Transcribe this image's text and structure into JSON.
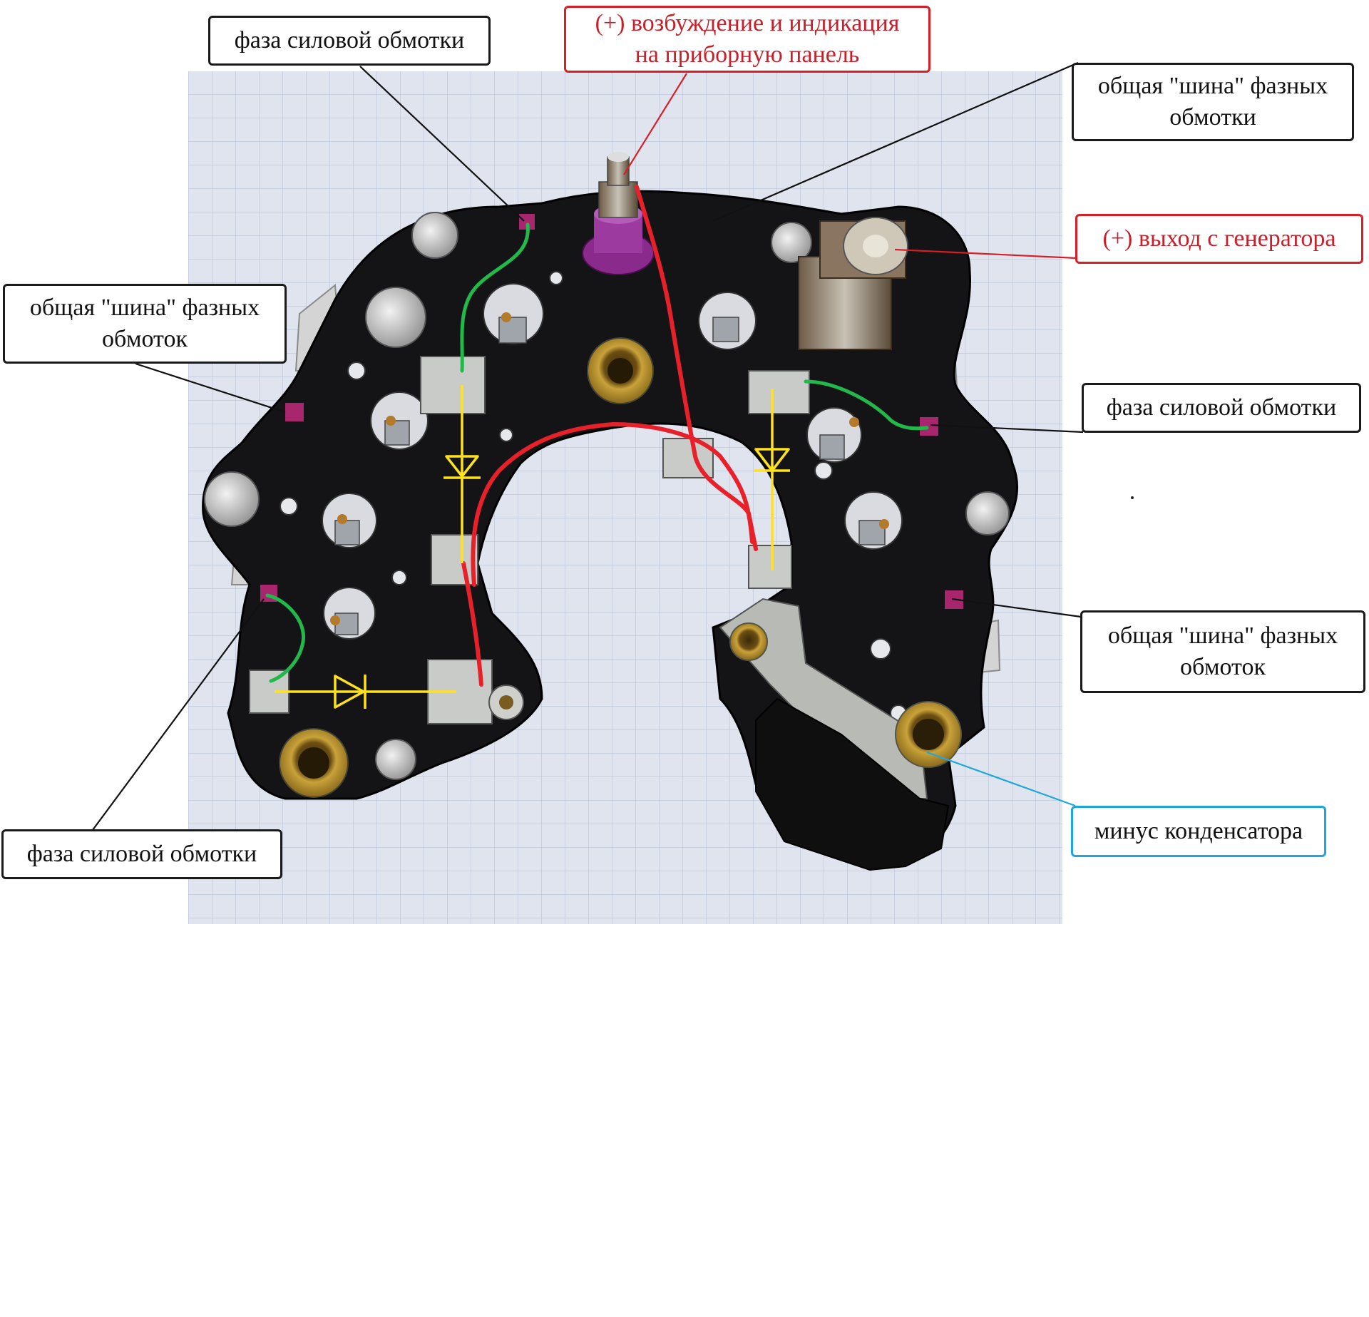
{
  "labels": {
    "phase_top": "фаза силовой обмотки",
    "excitation": "(+) возбуждение и индикация\nна приборную  панель",
    "bus_top_right": "общая \"шина\" фазных\nобмотки",
    "output": "(+)  выход с генератора",
    "bus_left": "общая \"шина\" фазных\nобмоток",
    "phase_right": "фаза силовой обмотки",
    "bus_right": "общая \"шина\" фазных\nобмоток",
    "phase_bottom_left": "фаза силовой обмотки",
    "capacitor_minus": "минус конденсатора"
  },
  "colors": {
    "label_border": "#1a1a1a",
    "red_accent": "#d81f26",
    "cyan_accent": "#1ea7dc",
    "wire_green": "#22b84a",
    "wire_red": "#e8202a",
    "diode_yellow": "#ffe21c",
    "board_black": "#141416",
    "paper_grid": "#c9d3e6"
  }
}
